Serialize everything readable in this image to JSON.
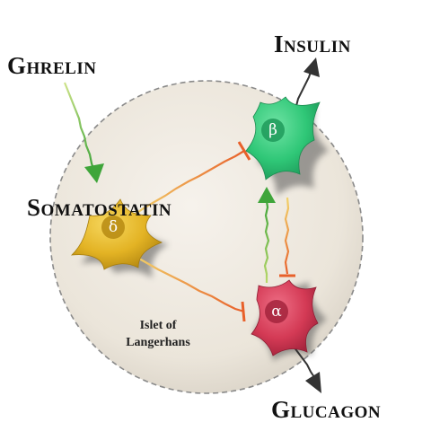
{
  "labels": {
    "ghrelin": "Ghrelin",
    "insulin": "Insulin",
    "somatostatin": "Somatostatin",
    "glucagon": "Glucagon",
    "islet_line1": "Islet of",
    "islet_line2": "Langerhans"
  },
  "cells": {
    "beta": "β",
    "delta": "δ",
    "alpha": "α"
  },
  "colors": {
    "islet_fill": "#ede7dd",
    "islet_border": "#8a8a8a",
    "beta_cell": "#2fc777",
    "delta_cell": "#e3b324",
    "alpha_cell": "#d43a55",
    "green_arrow": "#5ab82e",
    "orange_inhibition": "#e8862a",
    "output_arrow": "#333333"
  }
}
